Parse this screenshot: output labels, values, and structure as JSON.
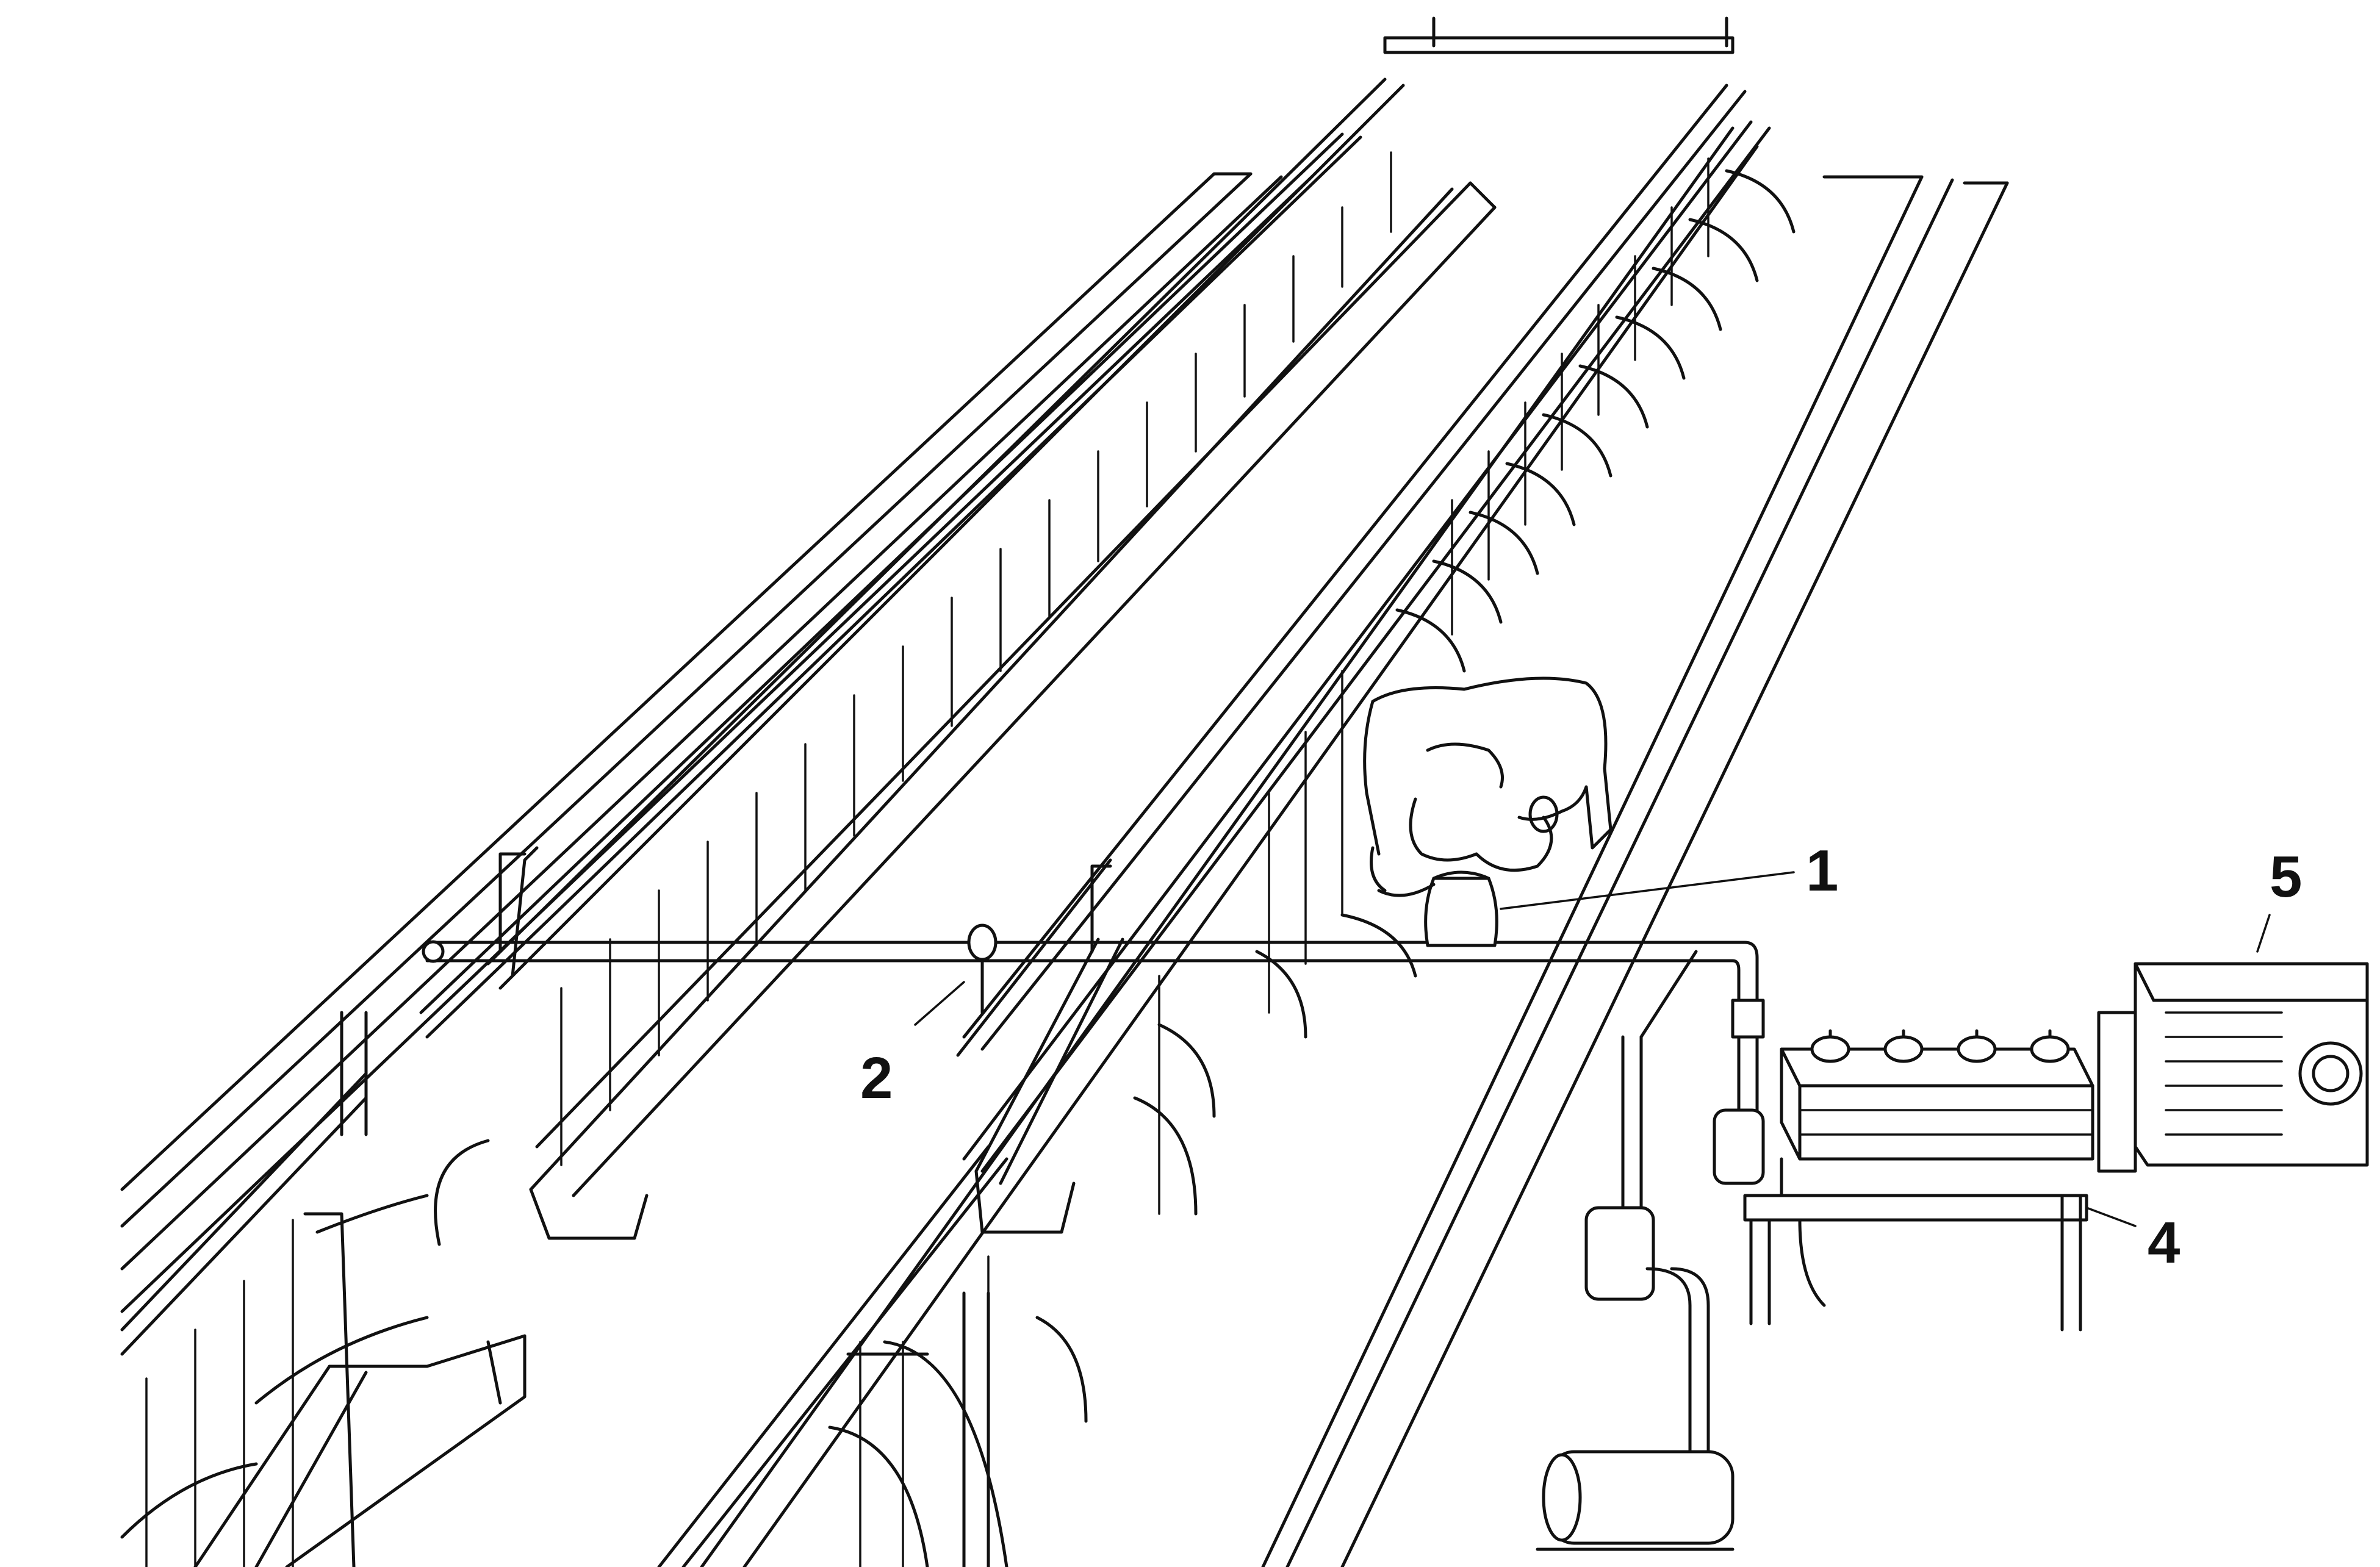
{
  "callouts": {
    "c1": "1",
    "c2": "2",
    "c4": "4",
    "c5": "5"
  },
  "ink_color": "#111111",
  "background_color": "#ffffff"
}
